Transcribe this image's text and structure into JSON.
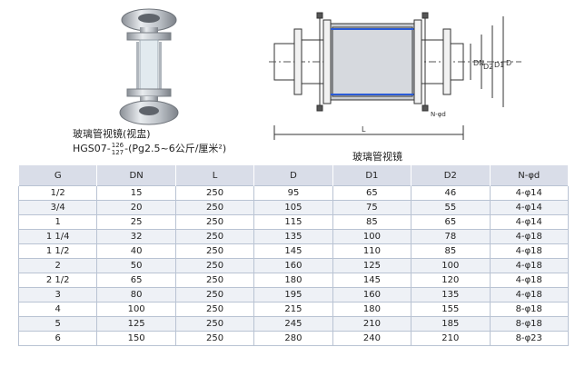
{
  "captions": {
    "product_name": "玻璃管视镜(视盅)",
    "model_prefix": "HGS07-",
    "model_frac_top": "126",
    "model_frac_bottom": "127",
    "model_suffix": "-(Pg2.5~6公斤/厘米²)",
    "drawing_title": "玻璃管视镜"
  },
  "drawing_labels": {
    "dn": "DN",
    "d2": "D2",
    "d1": "D1",
    "d": "D",
    "l": "L",
    "nd": "N-φd"
  },
  "table": {
    "headers": [
      "G",
      "DN",
      "L",
      "D",
      "D1",
      "D2",
      "N-φd"
    ],
    "rows": [
      [
        "1/2",
        "15",
        "250",
        "95",
        "65",
        "46",
        "4-φ14"
      ],
      [
        "3/4",
        "20",
        "250",
        "105",
        "75",
        "55",
        "4-φ14"
      ],
      [
        "1",
        "25",
        "250",
        "115",
        "85",
        "65",
        "4-φ14"
      ],
      [
        "1 1/4",
        "32",
        "250",
        "135",
        "100",
        "78",
        "4-φ18"
      ],
      [
        "1 1/2",
        "40",
        "250",
        "145",
        "110",
        "85",
        "4-φ18"
      ],
      [
        "2",
        "50",
        "250",
        "160",
        "125",
        "100",
        "4-φ18"
      ],
      [
        "2 1/2",
        "65",
        "250",
        "180",
        "145",
        "120",
        "4-φ18"
      ],
      [
        "3",
        "80",
        "250",
        "195",
        "160",
        "135",
        "4-φ18"
      ],
      [
        "4",
        "100",
        "250",
        "215",
        "180",
        "155",
        "8-φ18"
      ],
      [
        "5",
        "125",
        "250",
        "245",
        "210",
        "185",
        "8-φ18"
      ],
      [
        "6",
        "150",
        "250",
        "280",
        "240",
        "210",
        "8-φ23"
      ]
    ]
  }
}
